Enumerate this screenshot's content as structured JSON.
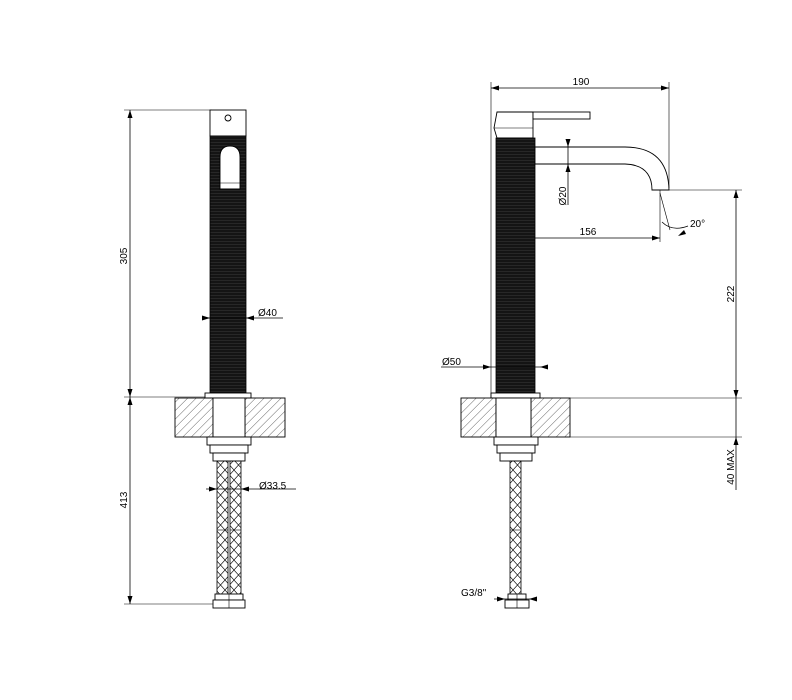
{
  "dimensions": {
    "front_height_upper": "305",
    "front_height_lower": "413",
    "front_body_diameter": "Ø40",
    "front_hose_diameter": "Ø33.5",
    "side_total_width": "190",
    "side_spout_diameter": "Ø20",
    "side_spout_reach": "156",
    "side_spout_angle": "20°",
    "side_spout_height": "222",
    "side_base_diameter": "Ø50",
    "side_deck_thickness": "40 MAX",
    "side_connection_thread": "G3/8\""
  },
  "colors": {
    "body": "#141414",
    "line": "#000000",
    "background": "#ffffff"
  }
}
